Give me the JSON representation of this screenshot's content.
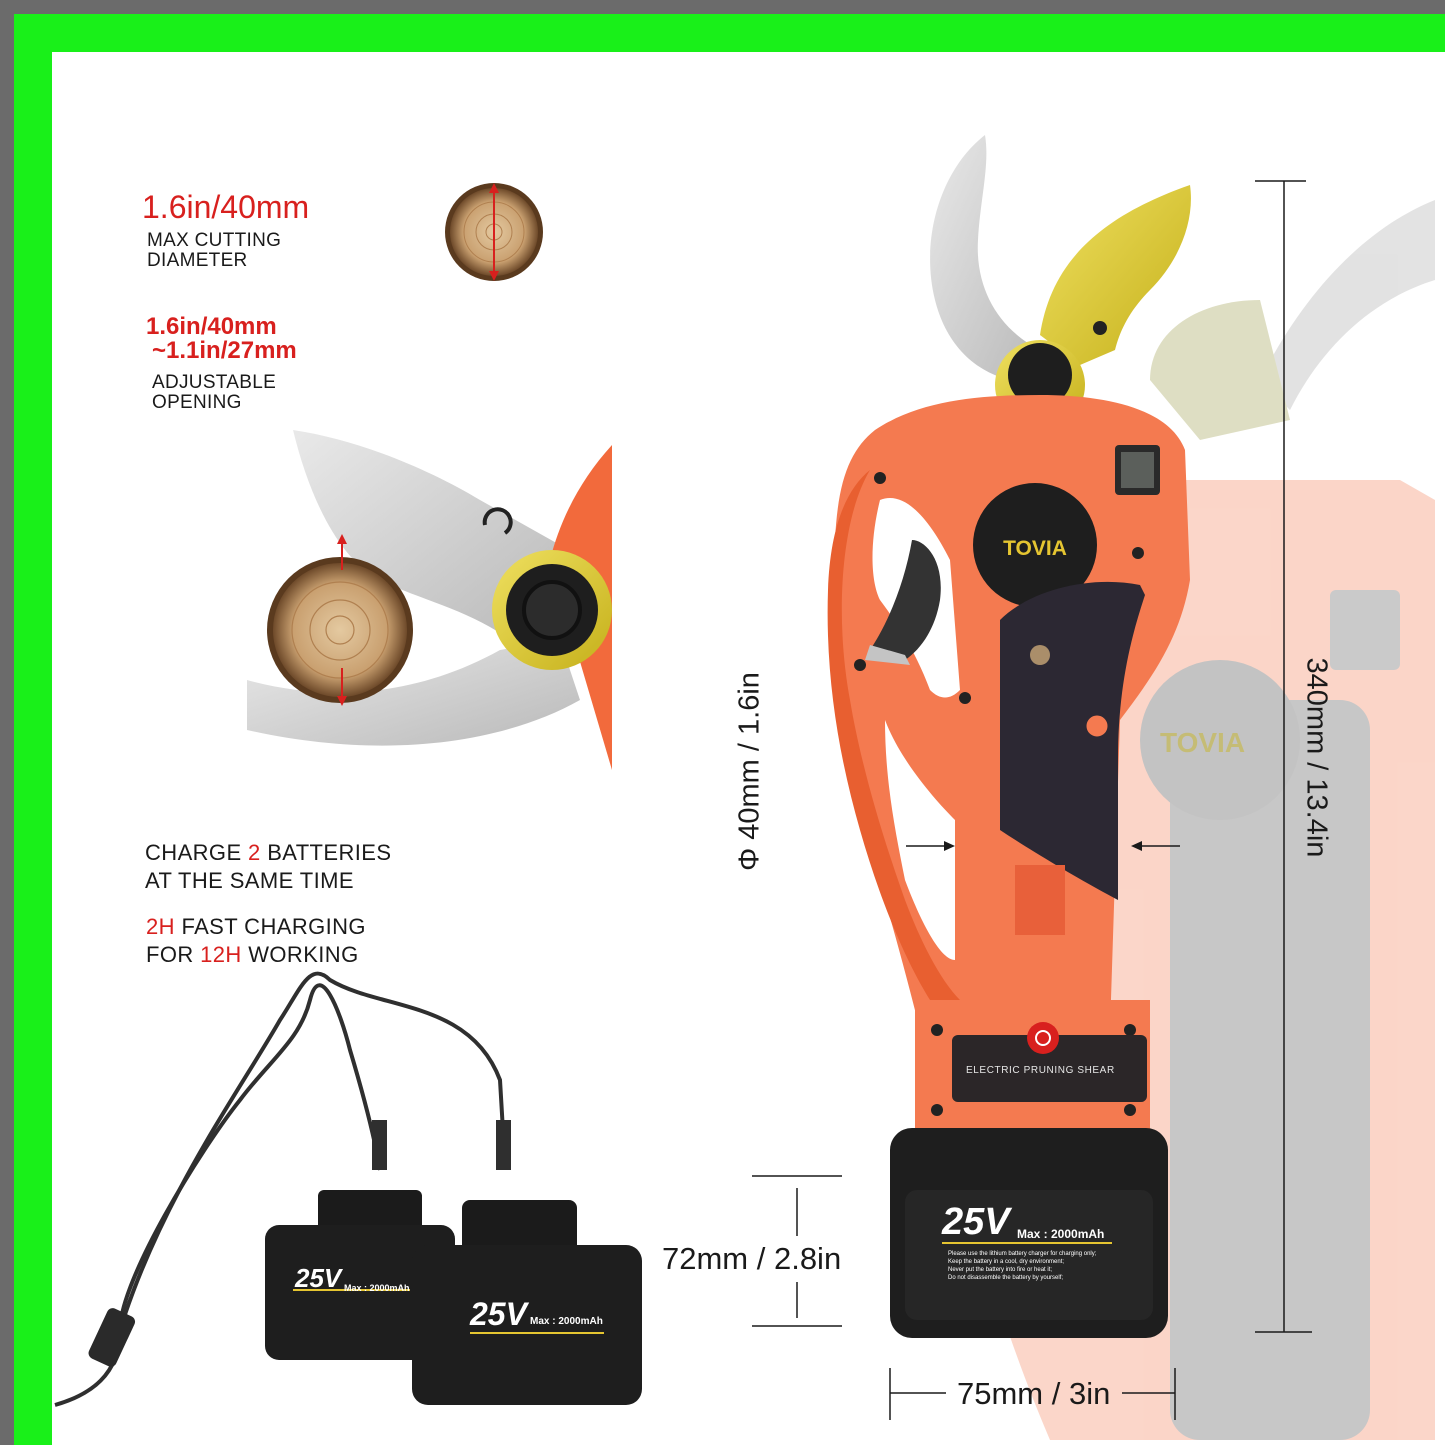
{
  "specs": {
    "max_cutting_value": "1.6in/40mm",
    "max_cutting_label_line1": "MAX CUTTING",
    "max_cutting_label_line2": "DIAMETER",
    "opening_value_line1": "1.6in/40mm",
    "opening_value_line2": "~1.1in/27mm",
    "opening_label_line1": "ADJUSTABLE",
    "opening_label_line2": "OPENING"
  },
  "charging": {
    "line1_pre": "CHARGE ",
    "line1_num": "2",
    "line1_post": " BATTERIES",
    "line2": "AT THE SAME TIME",
    "line3_num": "2H",
    "line3_post": " FAST CHARGING",
    "line4_pre": "FOR ",
    "line4_num": "12H",
    "line4_post": " WORKING"
  },
  "dimensions": {
    "grip_diameter": "Φ 40mm / 1.6in",
    "total_length": "340mm / 13.4in",
    "battery_height": "72mm / 2.8in",
    "battery_width": "75mm / 3in"
  },
  "product": {
    "brand": "TOVIA",
    "panel_label": "ELECTRIC PRUNING SHEAR",
    "battery_voltage": "25V",
    "battery_capacity": "Max : 2000mAh",
    "battery_warning_lines": [
      "Please use the lithium battery charger for charging only;",
      "Keep the battery in a cool, dry environment;",
      "Never put the battery into fire or heat it;",
      "Do not disassemble the battery by yourself;"
    ]
  },
  "colors": {
    "frame_green": "#19f019",
    "accent_red": "#d8201e",
    "tool_orange": "#f47a50",
    "blade_yellow": "#d4c21e"
  }
}
